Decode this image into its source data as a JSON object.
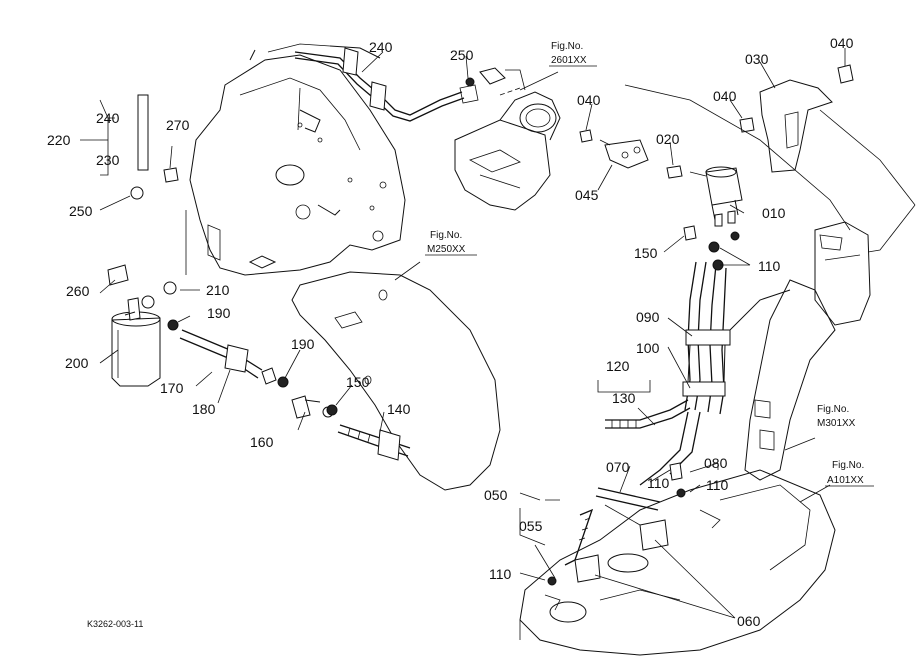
{
  "diagram": {
    "document_code": "K3262-003-11",
    "callouts": {
      "c240a": "240",
      "c250a": "250",
      "c270": "270",
      "c220": "220",
      "c240b": "240",
      "c230": "230",
      "c250b": "250",
      "c260": "260",
      "c210": "210",
      "c200": "200",
      "c190a": "190",
      "c170": "170",
      "c180": "180",
      "c190b": "190",
      "c150a": "150",
      "c160": "160",
      "c140": "140",
      "c040a": "040",
      "c020": "020",
      "c045": "045",
      "c030": "030",
      "c040b": "040",
      "c040c": "040",
      "c010": "010",
      "c150b": "150",
      "c110a": "110",
      "c090": "090",
      "c100": "100",
      "c120": "120",
      "c130": "130",
      "c070": "070",
      "c080": "080",
      "c110b": "110",
      "c110c": "110",
      "c050": "050",
      "c055": "055",
      "c110d": "110",
      "c060": "060"
    },
    "fig_refs": {
      "f2601_label": "Fig.No.",
      "f2601_code": "2601XX",
      "fm250_label": "Fig.No.",
      "fm250_code": "M250XX",
      "fm301_label": "Fig.No.",
      "fm301_code": "M301XX",
      "fa101_label": "Fig.No.",
      "fa101_code": "A101XX"
    }
  }
}
